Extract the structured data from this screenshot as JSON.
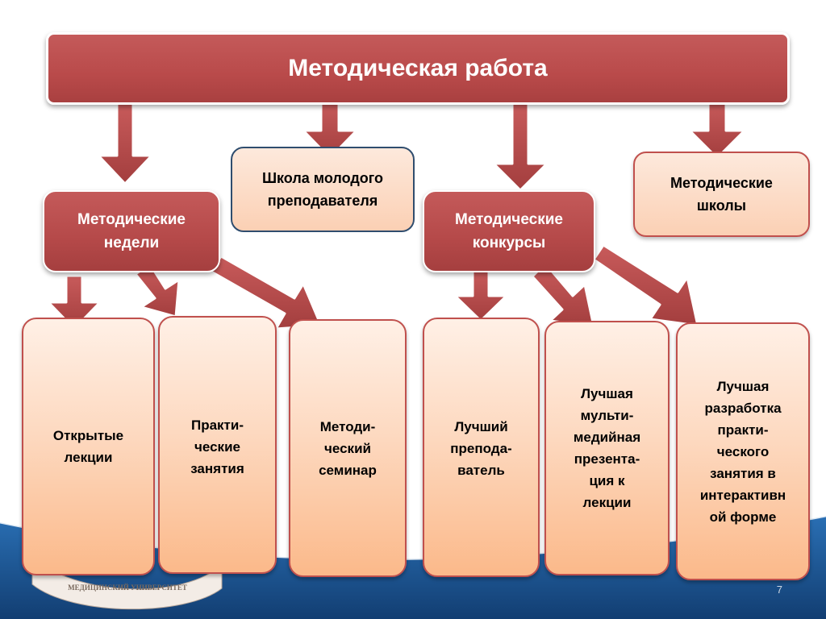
{
  "diagram": {
    "root": "Методическая работа",
    "level2": {
      "weeks": "Методические\nнедели",
      "young_school": "Школа молодого\nпреподавателя",
      "contests": "Методические\nконкурсы",
      "schools": "Методические\nшколы"
    },
    "leaves": {
      "open_lectures": "Открытые\nлекции",
      "practical": "Практи-\nческие\nзанятия",
      "seminar": "Методи-\nческий\nсеминар",
      "best_teacher": "Лучший\nпрепода-\nватель",
      "best_multimedia": "Лучшая\nмульти-\nмедийная\nпрезента-\nция к\nлекции",
      "best_practical": "Лучшая\nразработка\nпракти-\nческого\nзанятия в\nинтерактивн\nой форме"
    }
  },
  "footer": {
    "university": "МЕДИЦИНСКИЙ УНИВЕРСИТЕТ",
    "page_number": "7"
  },
  "colors": {
    "node_red": "#b94a4a",
    "node_peach": "#fbd0b4",
    "border_blue": "#2f4d6e",
    "wave_blue": "#1f5fa0"
  }
}
